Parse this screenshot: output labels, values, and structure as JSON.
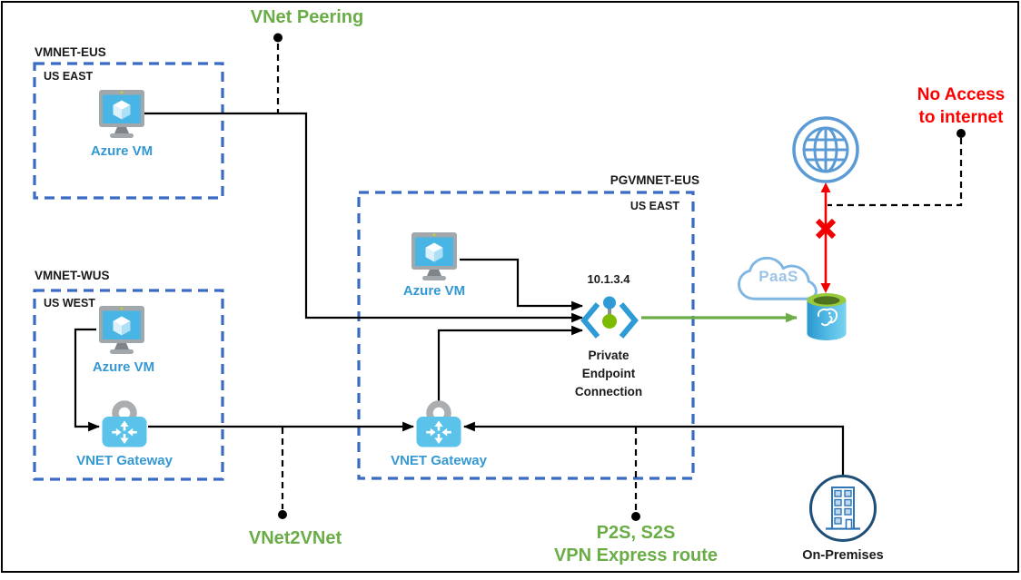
{
  "labels": {
    "vnet_peering": "VNet Peering",
    "vnet2vnet": "VNet2VNet",
    "p2s_s2s": "P2S, S2S",
    "vpn_express_route": "VPN Express route",
    "no_access_line1": "No Access",
    "no_access_line2": "to internet",
    "paas": "PaaS",
    "on_premises": "On-Premises"
  },
  "vnets": {
    "vmnet_eus": {
      "name": "VMNET-EUS",
      "region": "US EAST",
      "vm": "Azure VM"
    },
    "vmnet_wus": {
      "name": "VMNET-WUS",
      "region": "US WEST",
      "vm": "Azure VM",
      "gateway": "VNET Gateway"
    },
    "pgvmnet_eus": {
      "name": "PGVMNET-EUS",
      "region": "US EAST",
      "vm": "Azure VM",
      "gateway": "VNET Gateway"
    }
  },
  "private_endpoint": {
    "ip": "10.1.3.4",
    "label_line1": "Private",
    "label_line2": "Endpoint",
    "label_line3": "Connection"
  },
  "colors": {
    "green_label": "#6AAD47",
    "red_label": "#FF0000",
    "azure_label_blue": "#3498D3",
    "vnet_box_border": "#3A6BC4",
    "vm_screen_blue": "#49B5E5",
    "gateway_blue": "#5BC2E9",
    "endpoint_bracket_blue": "#2E9BD6",
    "endpoint_green_dot": "#7CBB00",
    "globe_blue": "#5B9BD5",
    "paas_text_blue": "#9DC3E6",
    "postgres_top_green": "#97CA3D",
    "postgres_body_blue": "#2B96CF",
    "onprem_circle_navy": "#1F4E79",
    "onprem_building_blue": "#2E75B6",
    "connector_black": "#000000"
  }
}
